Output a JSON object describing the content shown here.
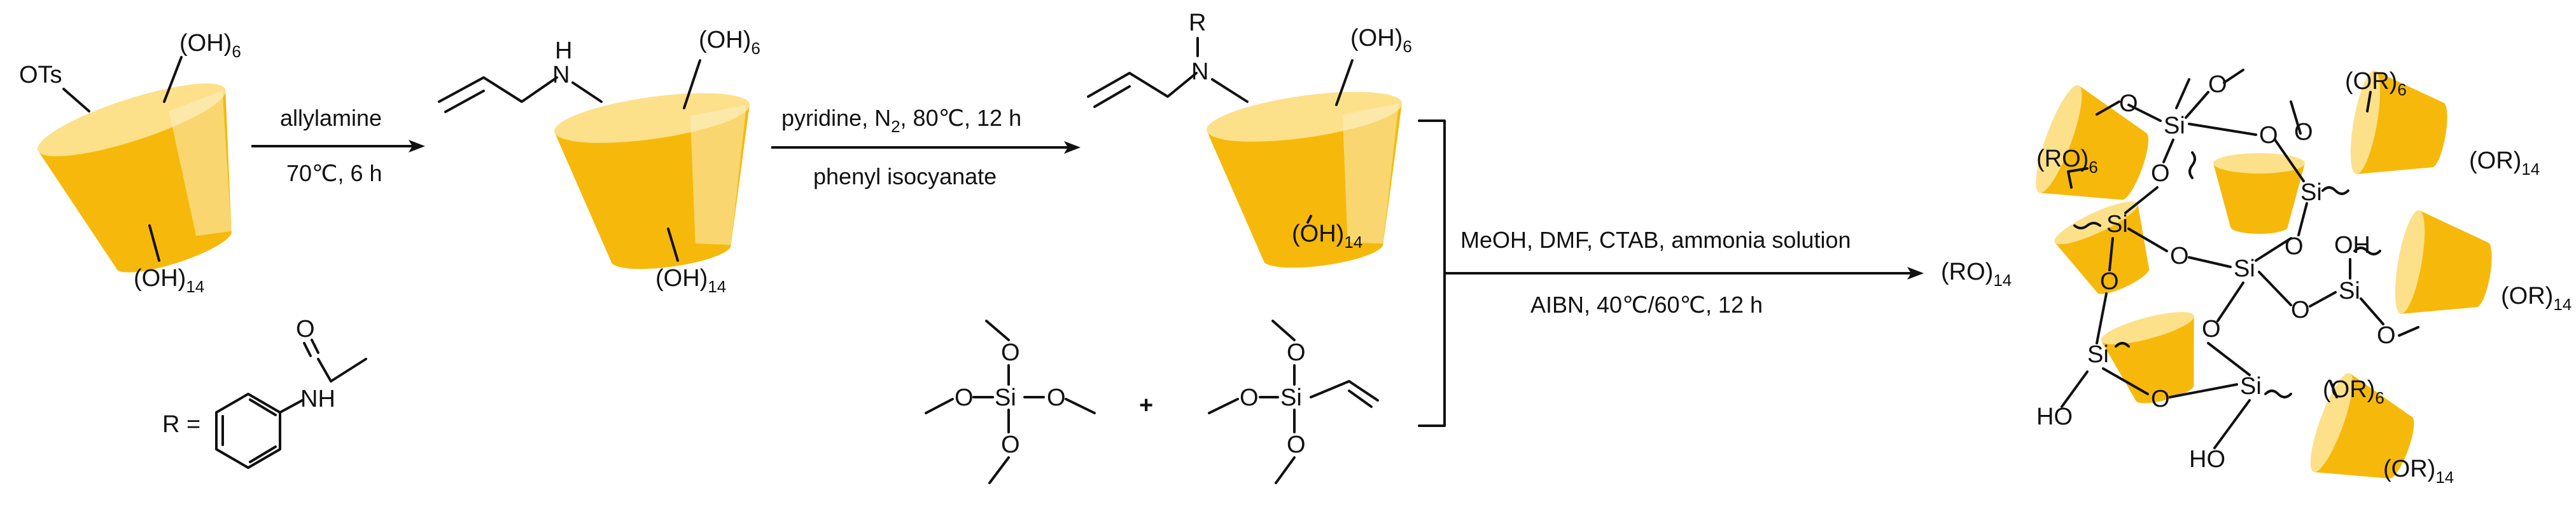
{
  "colors": {
    "cone_body": "#F6B90B",
    "cone_top": "#FDE08A",
    "cone_shade": "#FBEFC2",
    "ink": "#111111"
  },
  "compounds": {
    "start": {
      "substituent": "OTs",
      "rim_top": "(OH)",
      "rim_top_count": "6",
      "rim_bottom": "(OH)",
      "rim_bottom_count": "14"
    },
    "amine": {
      "nh": "H",
      "n": "N",
      "rim_top": "(OH)",
      "rim_top_count": "6",
      "rim_bottom": "(OH)",
      "rim_bottom_count": "14"
    },
    "product": {
      "r": "R",
      "n": "N",
      "rim_top": "(OH)",
      "rim_top_count": "6",
      "rim_bottom": "(OH)",
      "rim_bottom_count": "14"
    },
    "r_group": {
      "label": "R =",
      "o": "O",
      "nh": "NH"
    },
    "teos": {
      "si": "Si",
      "o": "O"
    },
    "plus": "+",
    "vtmos": {
      "si": "Si",
      "o": "O"
    }
  },
  "steps": {
    "step1": {
      "reagent": "allylamine",
      "conditions": "70℃, 6 h"
    },
    "step2": {
      "conditions_part1": "pyridine, N",
      "conditions_sub": "2",
      "conditions_part2": ", 80℃, 12 h",
      "reagent": "phenyl isocyanate"
    },
    "step3": {
      "reagents": "MeOH, DMF, CTAB, ammonia solution",
      "conditions": "AIBN, 40℃/60℃, 12 h"
    }
  },
  "network": {
    "si": "Si",
    "o": "O",
    "oh": "OH",
    "ho": "HO",
    "or6": "(OR)",
    "ro6": "(RO)",
    "count6": "6",
    "or14": "(OR)",
    "ro14": "(RO)",
    "count14": "14"
  }
}
